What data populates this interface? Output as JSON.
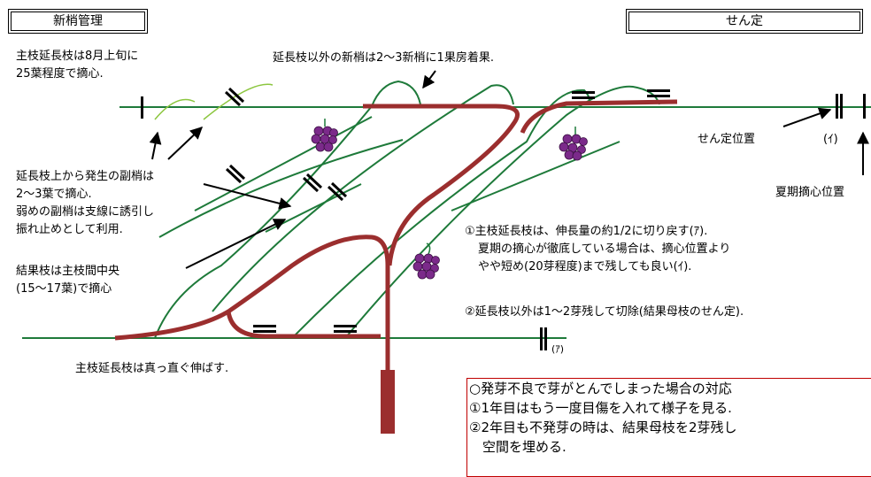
{
  "headers": {
    "left": "新梢管理",
    "right": "せん定"
  },
  "notes": {
    "main_ext_pinch": [
      "主枝延長枝は8月上旬に",
      "25葉程度で摘心."
    ],
    "other_shoots": "延長枝以外の新梢は2～3新梢に1果房着果.",
    "secondary": [
      "延長枝上から発生の副梢は",
      "2～3葉で摘心.",
      "弱めの副梢は支線に誘引し",
      "振れ止めとして利用."
    ],
    "fruiting": [
      "結果枝は主枝間中央",
      "(15～17葉)で摘心"
    ],
    "straight": "主枝延長枝は真っ直ぐ伸ばす.",
    "prune_pos": "せん定位置",
    "label_i": "(ｲ)",
    "summer_pos": "夏期摘心位置",
    "label_a": "(ｱ)",
    "pruning_1": [
      "①主枝延長枝は、伸長量の約1/2に切り戻す(ｱ).",
      "夏期の摘心が徹底している場合は、摘心位置より",
      "やや短め(20芽程度)まで残しても良い(ｲ)."
    ],
    "pruning_2": "②延長枝以外は1～2芽残して切除(結果母枝のせん定)."
  },
  "poor_budding": [
    "○発芽不良で芽がとんでしまった場合の対応",
    "①1年目はもう一度目傷を入れて様子を見る.",
    "②2年目も不発芽の時は、結果母枝を2芽残し",
    "　空間を埋める."
  ],
  "colors": {
    "trunk": "#9b2e2e",
    "shoot": "#1e7a3a",
    "light_shoot": "#8cc63f",
    "grape": "#7b2a8a",
    "note_border": "#c00000"
  }
}
